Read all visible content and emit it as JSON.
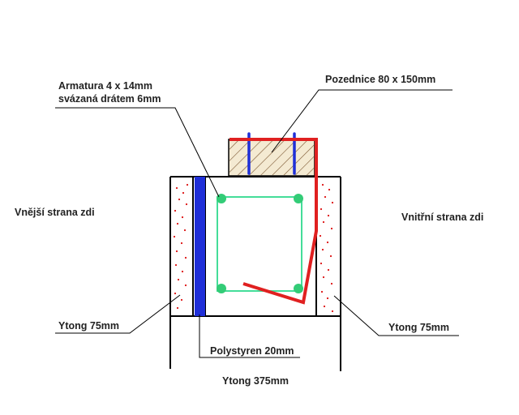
{
  "labels": {
    "rebar_line1": "Armatura 4 x 14mm",
    "rebar_line2": "svázaná drátem 6mm",
    "plate": "Pozednice 80 x 150mm",
    "outer_side": "Vnější strana zdi",
    "inner_side": "Vnitřní strana zdi",
    "ytong_left": "Ytong 75mm",
    "ytong_right": "Ytong 75mm",
    "polystyrene": "Polystyren 20mm",
    "ytong_total": "Ytong 375mm"
  },
  "colors": {
    "outline": "#000000",
    "wire_red": "#e02020",
    "polystyrene_blue": "#1f2fd8",
    "anchor_blue": "#1f2fd8",
    "rebar_green": "#33cc77",
    "stirrup_green": "#44dd99",
    "timber_fill": "#f4ead2",
    "timber_hatch": "#7a5530",
    "ytong_dots": "#dd1111",
    "leader": "#000000"
  }
}
